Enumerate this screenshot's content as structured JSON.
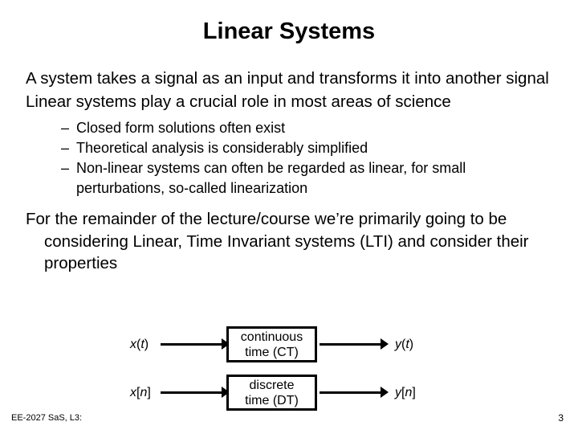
{
  "slide": {
    "title": "Linear Systems",
    "bullets": [
      "A system takes a signal as an input and transforms it into another signal",
      "Linear systems play a crucial role in most areas of science"
    ],
    "sub_bullets": [
      {
        "marker": "–",
        "text": "Closed form solutions often exist"
      },
      {
        "marker": "–",
        "text": "Theoretical analysis is considerably simplified"
      },
      {
        "marker": "–",
        "text": "Non-linear systems can often be regarded as linear, for small perturbations, so-called linearization"
      }
    ],
    "paragraph": "For the remainder of the lecture/course we’re primarily going to be considering Linear, Time Invariant systems (LTI) and consider their properties"
  },
  "diagrams": [
    {
      "name": "continuous-time",
      "input_label": {
        "var": "x",
        "open": "(",
        "arg": "t",
        "close": ")"
      },
      "box_line1": "continuous",
      "box_line2": "time (CT)",
      "output_label": {
        "var": "y",
        "open": "(",
        "arg": "t",
        "close": ")"
      }
    },
    {
      "name": "discrete-time",
      "input_label": {
        "var": "x",
        "open": "[",
        "arg": "n",
        "close": "]"
      },
      "box_line1": "discrete",
      "box_line2": "time (DT)",
      "output_label": {
        "var": "y",
        "open": "[",
        "arg": "n",
        "close": "]"
      }
    }
  ],
  "footer": {
    "course": "EE-2027 SaS, L3:",
    "page_number": "3"
  },
  "colors": {
    "background": "#ffffff",
    "text": "#000000",
    "diagram_stroke": "#000000"
  }
}
